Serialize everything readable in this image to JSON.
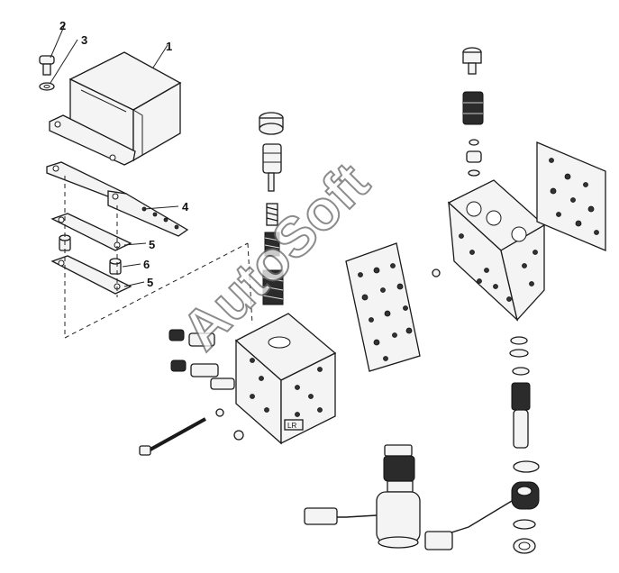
{
  "diagram": {
    "callouts": [
      "1",
      "2",
      "3",
      "4",
      "5",
      "6",
      "5"
    ],
    "watermark": "AutoSoft",
    "label_box": "LR"
  }
}
